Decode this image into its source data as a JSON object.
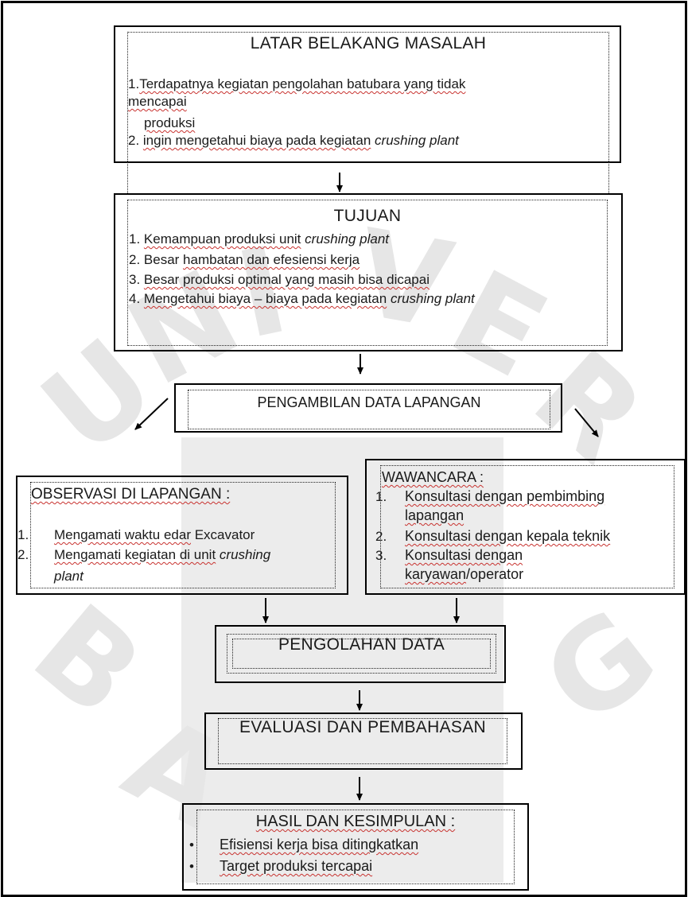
{
  "watermark": {
    "color": "#e6e6e6",
    "shape": "university-seal-watermark"
  },
  "nodes": {
    "latar": {
      "title": "LATAR BELAKANG MASALAH",
      "l1a": "1.",
      "l1b": "Terdapatnya kegiatan pengolahan batubara yang tidak",
      "l2": "mencapai",
      "l3": "produksi",
      "l4a": "2. ",
      "l4b": "ingin mengetahui biaya pada kegiatan",
      "l4c": "crushing plant"
    },
    "tujuan": {
      "title": "TUJUAN",
      "i1a": "1. ",
      "i1b": "Kemampuan produksi unit",
      "i1c": "crushing plant",
      "i2a": "2. Besar ",
      "i2b": "hambatan dan efesiensi kerja",
      "i3a": "3. ",
      "i3b": "Besar produksi optimal yang masih bisa dicapai",
      "i4a": "4. ",
      "i4b": "Mengetahui biaya – biaya pada kegiatan",
      "i4c": "crushing plant"
    },
    "pengambilan": {
      "title": "PENGAMBILAN DATA LAPANGAN"
    },
    "observasi": {
      "title": "OBSERVASI DI LAPANGAN :",
      "n1": "1.",
      "i1a": "Mengamati waktu edar",
      "i1b": " Excavator",
      "n2": "2.",
      "i2a": "Mengamati kegiatan di unit",
      "i2b": "crushing",
      "i2c": "plant"
    },
    "wawancara": {
      "title": "WAWANCARA :",
      "n1": "1.",
      "i1a": "Konsultasi dengan pembimbing",
      "i1b": "lapangan",
      "n2": "2.",
      "i2": "Konsultasi dengan kepala teknik",
      "n3": "3.",
      "i3a": "Konsultasi dengan",
      "i3b": "karyawan",
      "i3c": "/operator"
    },
    "pengolahan": {
      "title": "PENGOLAHAN DATA"
    },
    "evaluasi": {
      "title": "EVALUASI DAN PEMBAHASAN"
    },
    "hasil": {
      "title": "HASIL DAN KESIMPULAN :",
      "b1": "•",
      "i1": "Efisiensi kerja bisa ditingkatkan",
      "b2": "•",
      "i2": "Target produksi tercapai"
    }
  },
  "edges": [
    {
      "from": "latar",
      "to": "tujuan"
    },
    {
      "from": "tujuan",
      "to": "pengambilan"
    },
    {
      "from": "pengambilan",
      "to": "observasi"
    },
    {
      "from": "pengambilan",
      "to": "wawancara"
    },
    {
      "from": "observasi",
      "to": "pengolahan"
    },
    {
      "from": "wawancara",
      "to": "pengolahan"
    },
    {
      "from": "pengolahan",
      "to": "evaluasi"
    },
    {
      "from": "evaluasi",
      "to": "hasil"
    }
  ]
}
